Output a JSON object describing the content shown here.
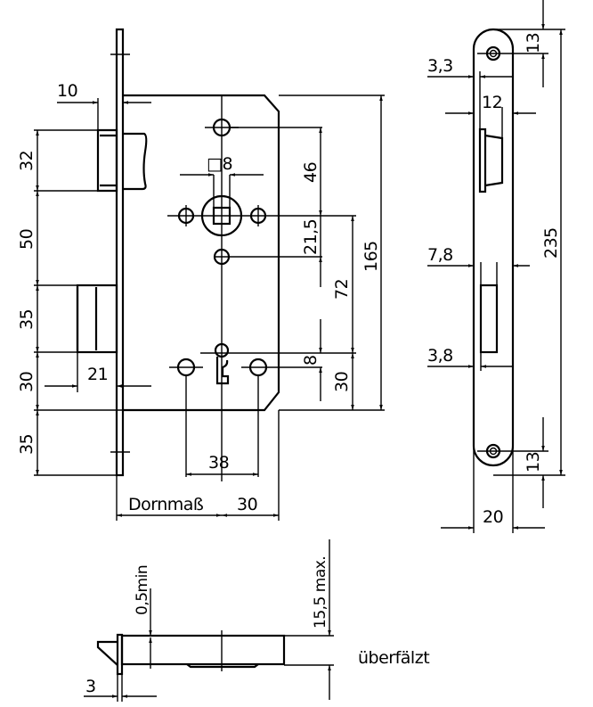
{
  "title": "Einsteckschloss Maßzeichnung",
  "colors": {
    "line": "#000000",
    "background": "#ffffff"
  },
  "front_view": {
    "dimensions": {
      "bolt_offset": "10",
      "latch_height": "32",
      "latch_to_bolt": "50",
      "bolt_height": "35",
      "bolt_to_bottom": "30",
      "bottom_margin": "35",
      "bolt_throw": "21",
      "square_spindle": "□8",
      "top_to_spindle": "46",
      "spindle_to_hole": "21,5",
      "spindle_to_cylinder": "72",
      "cylinder_offset": "8",
      "cylinder_to_bottom": "30",
      "case_height": "165",
      "cylinder_hole_spacing": "38",
      "backset_label": "Dornmaß",
      "backset_extra": "30"
    }
  },
  "faceplate_view": {
    "dimensions": {
      "top_screw": "13",
      "latch_offset": "3,3",
      "latch_width": "12",
      "bolt_width": "7,8",
      "bolt_offset": "3,8",
      "total_length": "235",
      "bottom_screw": "13",
      "faceplate_width": "20"
    }
  },
  "side_view": {
    "dimensions": {
      "min_gap": "0,5min",
      "max_depth": "15,5 max.",
      "faceplate_thickness": "3"
    },
    "note": "überfälzt"
  }
}
